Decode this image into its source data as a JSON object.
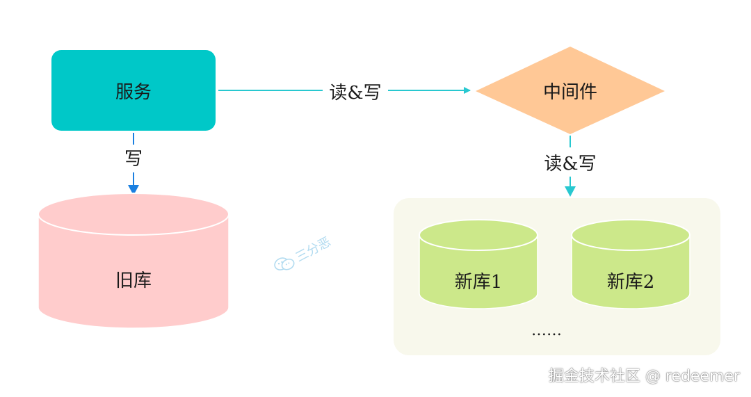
{
  "nodes": {
    "service": "服务",
    "middleware": "中间件",
    "old_db": "旧库",
    "new_db_1": "新库1",
    "new_db_2": "新库2",
    "ellipsis": "……"
  },
  "edges": {
    "service_to_middleware": "读&写",
    "service_to_old_db": "写",
    "middleware_to_new_dbs": "读&写"
  },
  "watermark": {
    "text": "三分恶",
    "icon": "wechat-icon"
  },
  "credit": "掘金技术社区 @ redeemer",
  "colors": {
    "service_fill": "#00c8c8",
    "middleware_fill": "#ffc896",
    "old_db_fill": "#ffcccc",
    "new_db_fill": "#cce88a",
    "group_fill": "#f8f8ec",
    "arrow_cyan": "#28c8d0",
    "arrow_blue": "#1a7fe0"
  }
}
